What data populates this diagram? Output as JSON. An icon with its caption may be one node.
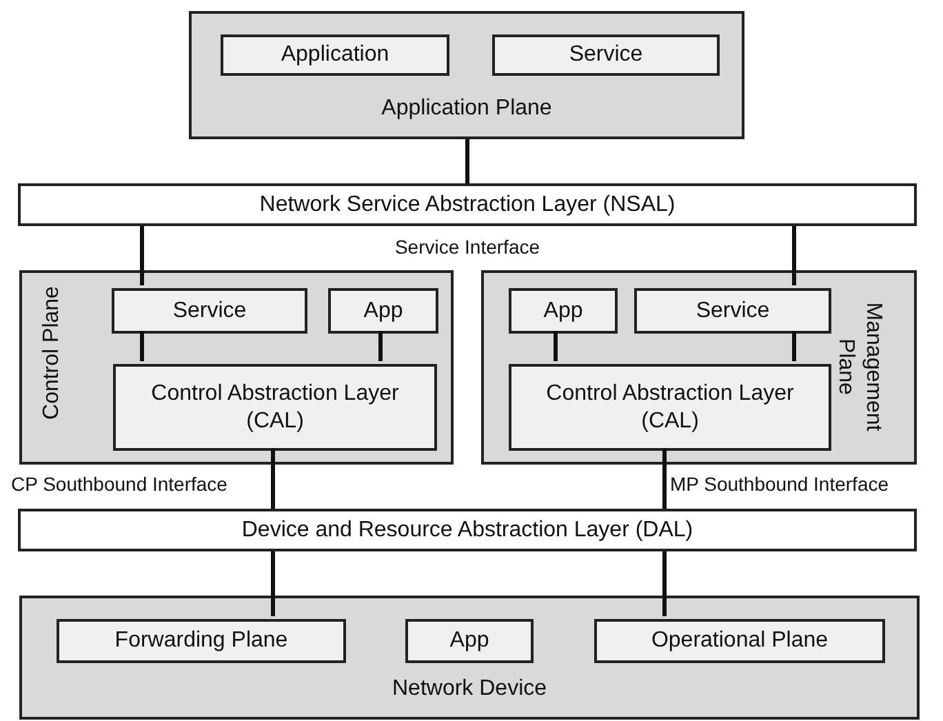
{
  "diagram": {
    "nodes": [
      {
        "text": [
          "Application Plane"
        ]
      },
      {
        "text": [
          "Application"
        ],
        "in": 0
      },
      {
        "text": [
          "Service"
        ],
        "in": 0
      },
      {
        "text": [
          "Network Service Abstraction Layer (NSAL)"
        ]
      },
      {
        "text": [
          "Control Plane"
        ]
      },
      {
        "text": [
          "Service"
        ],
        "in": 4
      },
      {
        "text": [
          "App"
        ],
        "in": 4
      },
      {
        "text": [
          "Control Abstraction Layer (CAL)"
        ],
        "in": 4
      },
      {
        "text": [
          "Management Plane"
        ]
      },
      {
        "text": [
          "App"
        ],
        "in": 8
      },
      {
        "text": [
          "Service"
        ],
        "in": 8
      },
      {
        "text": [
          "Control Abstraction Layer (CAL)"
        ],
        "in": 8
      },
      {
        "text": [
          "Device and Resource Abstraction Layer (DAL)"
        ]
      },
      {
        "text": [
          "Network Device"
        ]
      },
      {
        "text": [
          "Forwarding Plane"
        ],
        "in": 13
      },
      {
        "text": [
          "App"
        ],
        "in": 13
      },
      {
        "text": [
          "Operational Plane"
        ],
        "in": 13
      }
    ],
    "edges": [
      {
        "from": 0,
        "to": 3,
        "arrow": "none"
      },
      {
        "from": 3,
        "to": 5,
        "arrow": "none"
      },
      {
        "from": 3,
        "to": 10,
        "arrow": "none"
      },
      {
        "from": 5,
        "to": 7,
        "arrow": "none"
      },
      {
        "from": 6,
        "to": 7,
        "arrow": "none"
      },
      {
        "from": 9,
        "to": 11,
        "arrow": "none"
      },
      {
        "from": 10,
        "to": 11,
        "arrow": "none"
      },
      {
        "from": 7,
        "to": 12,
        "arrow": "none",
        "label": "CP Southbound Interface"
      },
      {
        "from": 11,
        "to": 12,
        "arrow": "none",
        "label": "MP Southbound Interface"
      },
      {
        "from": 12,
        "to": 14,
        "arrow": "none"
      },
      {
        "from": 12,
        "to": 16,
        "arrow": "none"
      }
    ],
    "labels": [
      "Service Interface"
    ]
  }
}
